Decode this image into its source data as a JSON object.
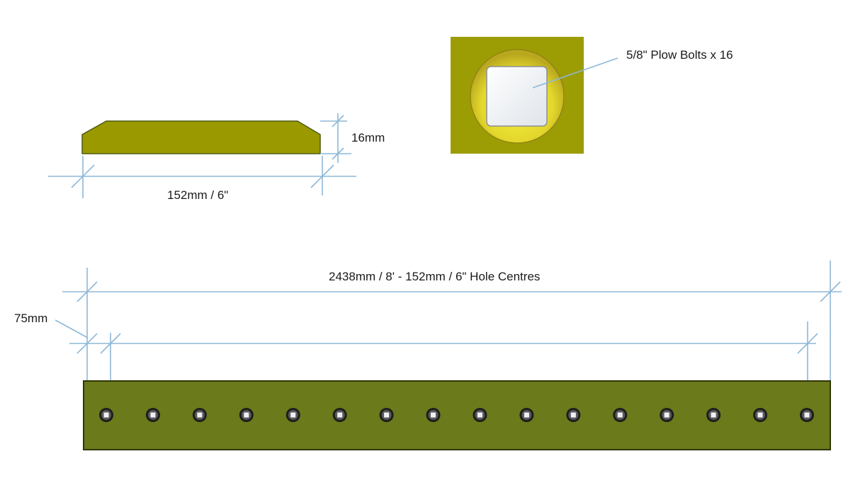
{
  "labels": {
    "thickness": "16mm",
    "width": "152mm / 6\"",
    "bolt_callout": "5/8\" Plow Bolts x 16",
    "overall_length": "2438mm / 8' - 152mm / 6\" Hole Centres",
    "end_offset": "75mm"
  },
  "bolt_count": 16,
  "colors": {
    "profile_fill": "#9a9a00",
    "bolt_plate_fill": "#9c9c05",
    "bar_fill": "#6b7a1a",
    "dimension_line": "#8db8d8",
    "bolt_head": "#eef2f6"
  }
}
